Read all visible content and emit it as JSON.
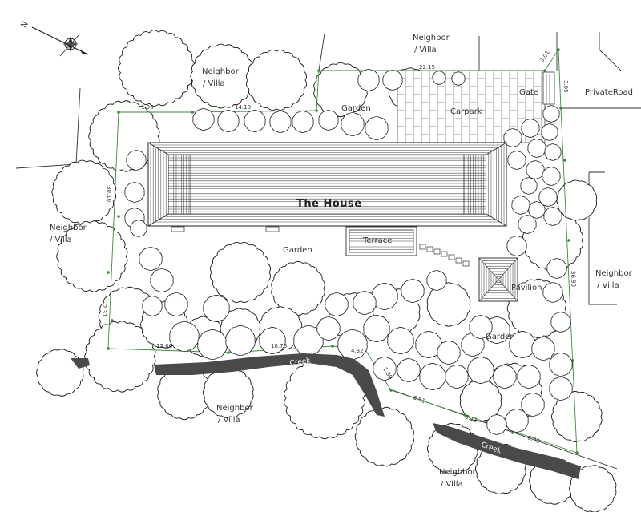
{
  "labels": {
    "house": "The House",
    "terrace": "Terrace",
    "pavilion": "Pavilion",
    "carpark": "Carpark",
    "gate": "Gate",
    "private_road": "PrivateRoad",
    "garden_top": "Garden",
    "garden_mid": "Garden",
    "garden_right": "Garden",
    "neighbor_top_line1": "Neighbor",
    "neighbor_top_line2": "/ Villa",
    "neighbor_topleft_line1": "Neighbor",
    "neighbor_topleft_line2": "/ Villa",
    "neighbor_left_line1": "Neighbor",
    "neighbor_left_line2": "/ Villa",
    "neighbor_right_line1": "Neighbor",
    "neighbor_right_line2": "/ Villa",
    "neighbor_bottom_line1": "Neighbor",
    "neighbor_bottom_line2": "/ Villa",
    "neighbor_bottomright_line1": "Neighbor",
    "neighbor_bottomright_line2": "/ Villa",
    "creek_left": "Creek",
    "creek_right": "Creek",
    "compass_n": "N"
  },
  "dimensions": {
    "d_top_a": "22.15",
    "d_top_b": "14.10",
    "d_top_left": "1.96",
    "d_top_right": "3.01",
    "d_gate": "3.05",
    "d_left": "30.10",
    "d_left_low": "2.31",
    "d_right": "36.98",
    "d_bottom_a": "12.06",
    "d_bottom_b": "10.76",
    "d_bottom_c": "4.32",
    "d_bottom_d": "1.89",
    "d_bottom_e": "6.51",
    "d_bottom_f": "5.11",
    "d_bottom_g": "8.90"
  },
  "colors": {
    "boundary": "#3a8a3a",
    "creek": "#4a4a4a"
  }
}
